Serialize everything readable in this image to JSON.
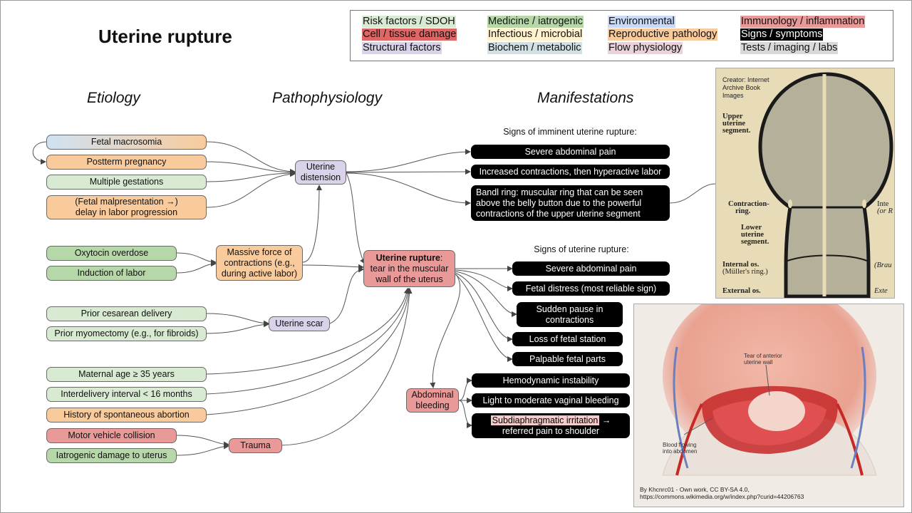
{
  "title": "Uterine rupture",
  "columns": {
    "etiology": "Etiology",
    "pathophysiology": "Pathophysiology",
    "manifestations": "Manifestations"
  },
  "legend": [
    {
      "label": "Risk factors / SDOH",
      "color": "#d9ead3"
    },
    {
      "label": "Medicine / iatrogenic",
      "color": "#b6d7a8"
    },
    {
      "label": "Environmental",
      "color": "#c9daf8"
    },
    {
      "label": "Immunology / inflammation",
      "color": "#ea9999"
    },
    {
      "label": "Cell / tissue damage",
      "color": "#e06666"
    },
    {
      "label": "Infectious / microbial",
      "color": "#fff2cc"
    },
    {
      "label": "Reproductive pathology",
      "color": "#f9cb9c"
    },
    {
      "label": "Signs / symptoms",
      "color": "#000000"
    },
    {
      "label": "Structural factors",
      "color": "#d9d2e9"
    },
    {
      "label": "Biochem / metabolic",
      "color": "#d0e0e3"
    },
    {
      "label": "Flow physiology",
      "color": "#ead1dc"
    },
    {
      "label": "Tests / imaging / labs",
      "color": "#d9d9d9"
    }
  ],
  "etiology": {
    "fetal_macrosomia": "Fetal macrosomia",
    "postterm_pregnancy": "Postterm pregnancy",
    "multiple_gestations": "Multiple gestations",
    "malpresentation_line1": "(Fetal malpresentation →)",
    "malpresentation_line2": "delay in labor progression",
    "oxytocin_overdose": "Oxytocin overdose",
    "induction_of_labor": "Induction of labor",
    "prior_cesarean": "Prior cesarean delivery",
    "prior_myomectomy": "Prior myomectomy (e.g., for fibroids)",
    "maternal_age": "Maternal age ≥ 35 years",
    "interdelivery_interval": "Interdelivery interval < 16 months",
    "spontaneous_abortion": "History of spontaneous abortion",
    "motor_vehicle": "Motor vehicle collision",
    "iatrogenic_damage": "Iatrogenic damage to uterus"
  },
  "pathophysiology": {
    "uterine_distension_l1": "Uterine",
    "uterine_distension_l2": "distension",
    "massive_force_l1": "Massive force of",
    "massive_force_l2": "contractions (e.g.,",
    "massive_force_l3": "during active labor)",
    "uterine_scar": "Uterine scar",
    "rupture_bold": "Uterine rupture",
    "rupture_l1_rest": ":",
    "rupture_l2": "tear in the muscular",
    "rupture_l3": "wall of the uterus",
    "trauma": "Trauma",
    "abdominal_bleeding_l1": "Abdominal",
    "abdominal_bleeding_l2": "bleeding"
  },
  "manifestations": {
    "imminent_header": "Signs of imminent uterine rupture:",
    "imminent": {
      "severe_pain": "Severe abdominal pain",
      "increased_contractions": "Increased contractions, then hyperactive labor",
      "bandl_l1": "Bandl ring: muscular ring that can be seen",
      "bandl_l2": "above the belly button due to the powerful",
      "bandl_l3": "contractions of the upper uterine segment"
    },
    "rupture_header": "Signs of uterine rupture:",
    "rupture": {
      "severe_pain": "Severe abdominal pain",
      "fetal_distress": "Fetal distress (most reliable sign)",
      "pause_l1": "Sudden pause in",
      "pause_l2": "contractions",
      "loss_station": "Loss of fetal station",
      "palpable_parts": "Palpable fetal parts"
    },
    "bleeding": {
      "hemodynamic": "Hemodynamic instability",
      "vaginal_bleeding": "Light to moderate vaginal bleeding",
      "subdiaphragmatic_hl": "Subdiaphragmatic irritation",
      "subdiaphragmatic_arrow": " →",
      "referred_pain": "referred pain to shoulder"
    }
  },
  "book_image": {
    "credit_l1": "Creator: Internet",
    "credit_l2": "Archive Book",
    "credit_l3": "Images",
    "upper_l1": "Upper",
    "upper_l2": "uterine",
    "upper_l3": "segment.",
    "contraction_l1": "Contraction-",
    "contraction_l2": "ring.",
    "lower_l1": "Lower",
    "lower_l2": "uterine",
    "lower_l3": "segment.",
    "internal_os": "Internal os.",
    "mullers": "(Müller's ring.)",
    "external_os": "External os.",
    "inte": "Inte",
    "or_r": "(or R",
    "brau": "(Brau",
    "exte": "Exte"
  },
  "rupture_image": {
    "tear_l1": "Tear of anterior",
    "tear_l2": "uterine wall",
    "blood_l1": "Blood flowing",
    "blood_l2": "into abdomen",
    "credit_l1": "By Khcnrc01 - Own work, CC BY-SA 4.0,",
    "credit_l2": "https://commons.wikimedia.org/w/index.php?curid=44206763"
  }
}
